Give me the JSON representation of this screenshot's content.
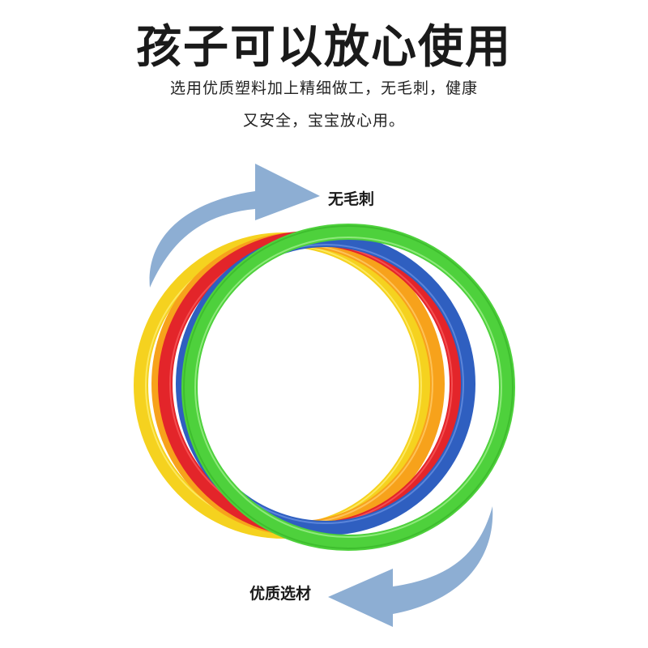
{
  "heading": "孩子可以放心使用",
  "description": {
    "line1": "选用优质塑料加上精细做工，无毛刺，健康",
    "line2": "又安全，宝宝放心用。"
  },
  "labels": {
    "top": "无毛刺",
    "bottom": "优质选材"
  },
  "colors": {
    "arrow": "#8daed3",
    "ring_yellow": "#f5d21f",
    "ring_orange": "#f7a21b",
    "ring_red": "#e3252a",
    "ring_blue": "#2f5fc0",
    "ring_green": "#4ed13c"
  },
  "icons": {
    "top_arrow": "curved-arrow-right-icon",
    "bottom_arrow": "curved-arrow-left-icon"
  }
}
